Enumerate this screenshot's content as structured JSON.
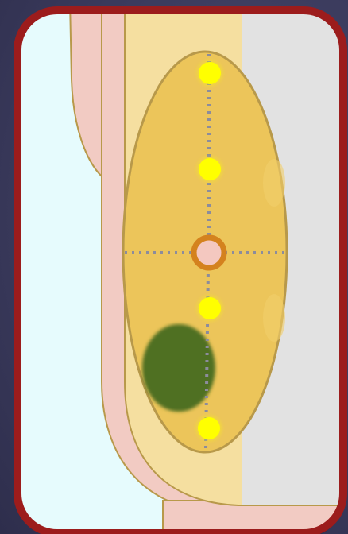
{
  "diagram": {
    "type": "anatomical-cross-section",
    "labels": [],
    "colors": {
      "background": "#3c3c5e",
      "panel_fill": "#e6fbfd",
      "frame_stroke": "#9c1c1c",
      "outer_band": "#f2cbc3",
      "band_outline": "#b8994a",
      "inner_field": "#f5dfa0",
      "gray_region": "#e2e2e2",
      "oval_fill": "#ecc55a",
      "oval_outline": "#b8994a",
      "dotted_axis": "#8c8c9c",
      "marker_dot": "#ffff00",
      "center_ring": "#d4821e",
      "center_fill": "#f4c8c0",
      "green_blob": "#4f6f22"
    },
    "axes": {
      "vertical": true,
      "horizontal": true,
      "style": "dotted"
    },
    "markers": [
      {
        "id": "marker-1",
        "kind": "dot"
      },
      {
        "id": "marker-2",
        "kind": "dot"
      },
      {
        "id": "center",
        "kind": "ring"
      },
      {
        "id": "marker-3",
        "kind": "dot"
      },
      {
        "id": "marker-4",
        "kind": "dot"
      }
    ],
    "regions": [
      {
        "id": "green-blob",
        "kind": "lesion"
      }
    ]
  }
}
